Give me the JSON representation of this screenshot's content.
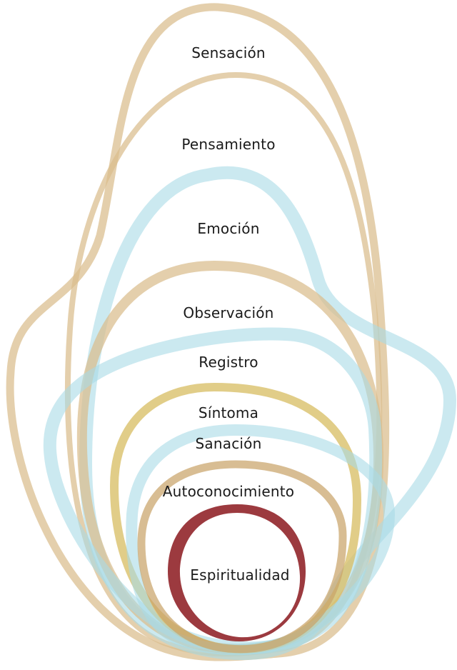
{
  "colors": {
    "tan": "#d9bd8c",
    "light_blue": "#a9dbe6",
    "gold": "#d8bf66",
    "dark_red": "#9c3a3f"
  },
  "layers": [
    {
      "label": "Sensación",
      "color": "tan"
    },
    {
      "label": "Pensamiento",
      "color": "tan"
    },
    {
      "label": "Emoción",
      "color": "light_blue"
    },
    {
      "label": "Observación",
      "color": "tan"
    },
    {
      "label": "Registro",
      "color": "light_blue"
    },
    {
      "label": "Síntoma",
      "color": "gold"
    },
    {
      "label": "Sanación",
      "color": "light_blue"
    },
    {
      "label": "Autoconocimiento",
      "color": "tan"
    },
    {
      "label": "Espiritualidad",
      "color": "dark_red"
    }
  ]
}
